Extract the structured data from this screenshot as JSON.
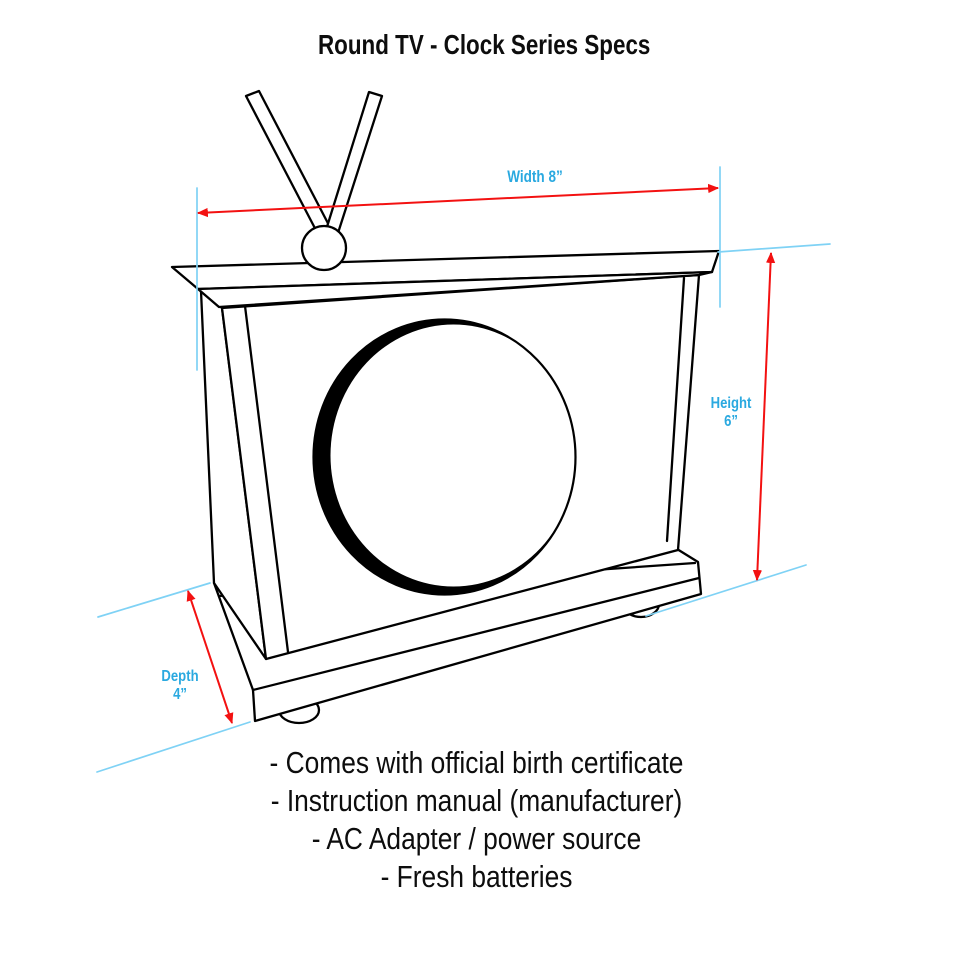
{
  "title": "Round TV - Clock Series Specs",
  "dimensions": {
    "width": {
      "label": "Width 8”",
      "value_inches": 8
    },
    "height": {
      "label_name": "Height",
      "label_value": "6”",
      "value_inches": 6
    },
    "depth": {
      "label_name": "Depth",
      "label_value": "4”",
      "value_inches": 4
    }
  },
  "features": [
    "- Comes with official birth certificate",
    "- Instruction manual (manufacturer)",
    "- AC Adapter / power source",
    "- Fresh batteries"
  ],
  "colors": {
    "label_blue": "#2aa9e0",
    "extension_cyan": "#7fd2f5",
    "arrow_red": "#f31111",
    "line_black": "#000000",
    "background": "#ffffff"
  }
}
